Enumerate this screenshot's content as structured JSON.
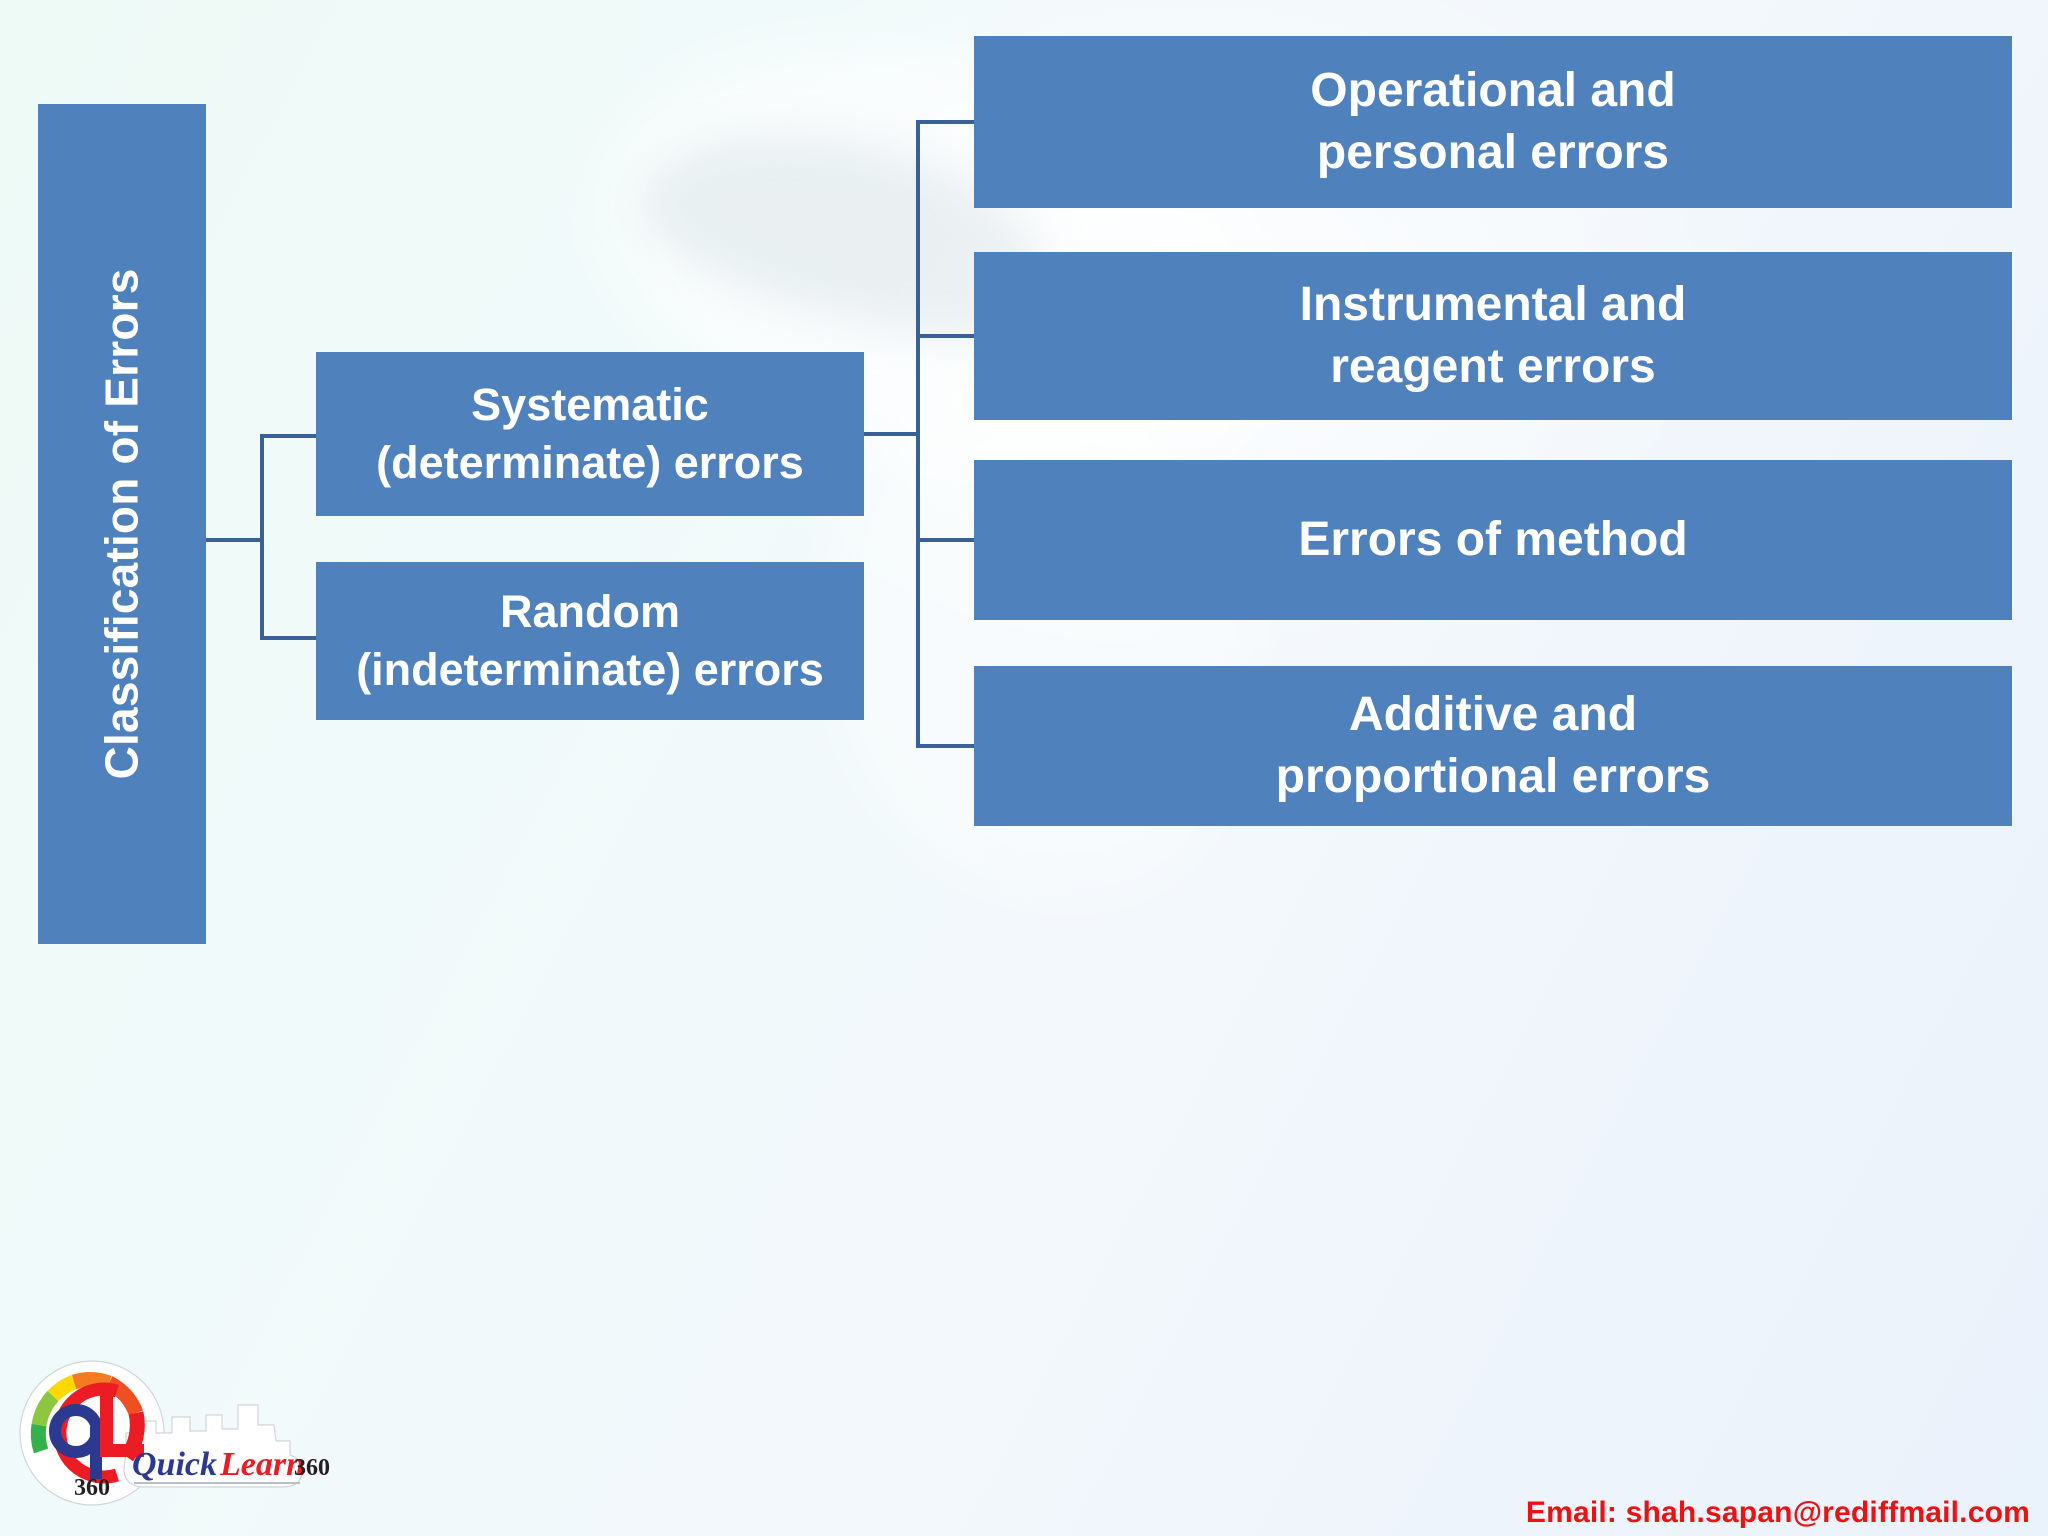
{
  "slide": {
    "background_color": "#eef7f5",
    "box_color": "#4F81BD",
    "line_color": "#3A6099",
    "text_color": "#FFFFFF",
    "email_color": "#EE1111"
  },
  "diagram": {
    "type": "hierarchy",
    "root": {
      "label": "Classification of Errors",
      "orientation": "vertical"
    },
    "level2": [
      {
        "label": "Systematic (determinate) errors",
        "line1": "Systematic",
        "line2": "(determinate) errors"
      },
      {
        "label": "Random (indeterminate) errors",
        "line1": "Random",
        "line2": "(indeterminate) errors"
      }
    ],
    "level3": [
      {
        "label": "Operational and personal errors",
        "line1": "Operational and",
        "line2": "personal errors"
      },
      {
        "label": "Instrumental and reagent errors",
        "line1": "Instrumental and",
        "line2": "reagent errors"
      },
      {
        "label": "Errors of method",
        "line1": "Errors of method",
        "line2": ""
      },
      {
        "label": "Additive and proportional errors",
        "line1": "Additive and",
        "line2": "proportional errors"
      }
    ]
  },
  "footer": {
    "email": "Email: shah.sapan@rediffmail.com",
    "logo": {
      "mark_text": "360",
      "word_quick": "Quick",
      "word_learn": "Learn",
      "word_360": "360"
    }
  }
}
